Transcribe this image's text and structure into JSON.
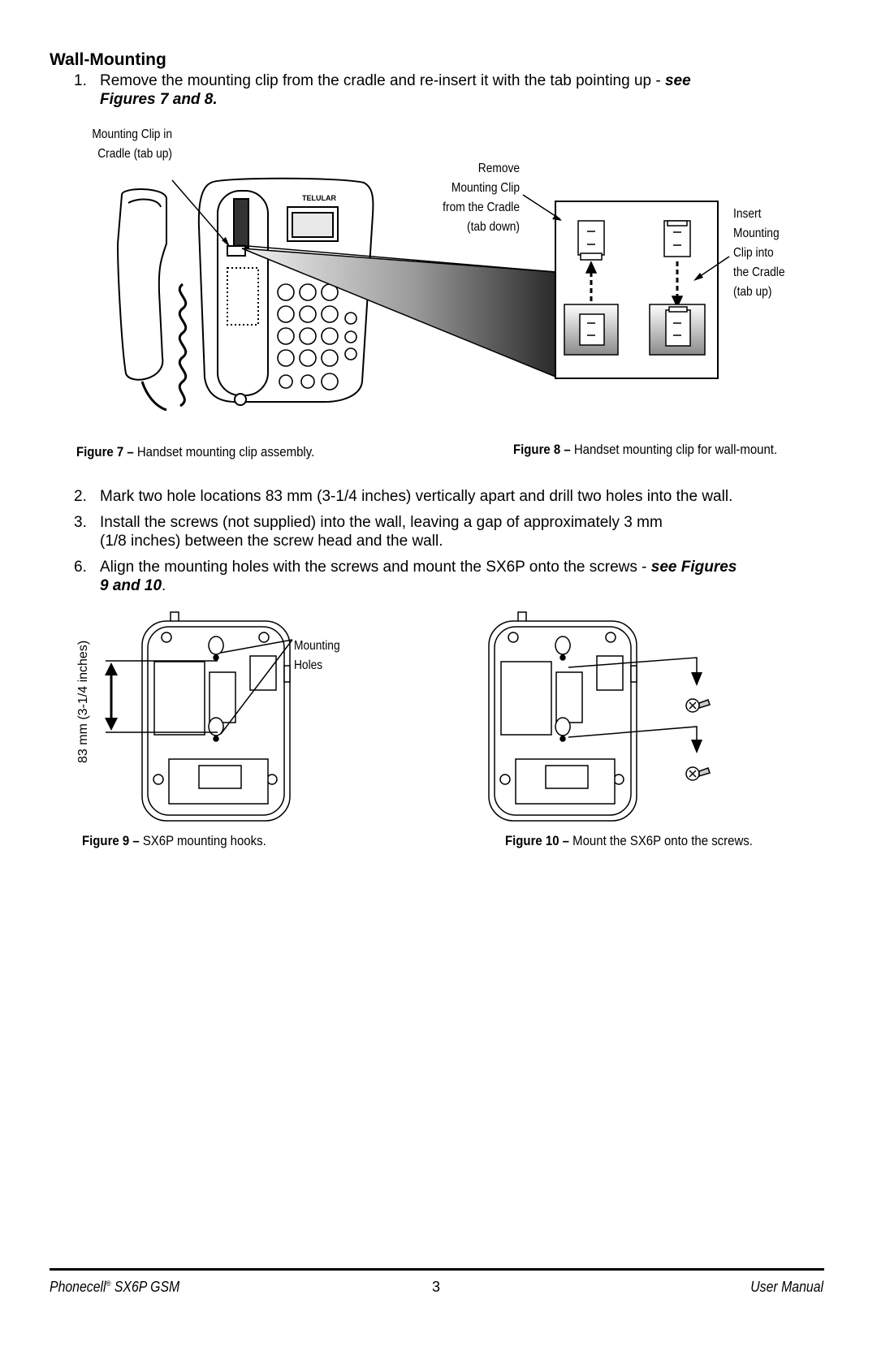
{
  "heading": "Wall-Mounting",
  "steps": [
    {
      "num": "1.",
      "text": "Remove the mounting clip from the cradle and re-insert it with the tab pointing up - ",
      "ref": "see",
      "ref2": "Figures 7 and 8."
    },
    {
      "num": "2.",
      "text": "Mark two hole locations 83 mm (3-1/4 inches) vertically apart and drill two holes into the wall."
    },
    {
      "num": "3.",
      "text": "Install the screws (not supplied) into the wall, leaving a gap of approximately 3 mm",
      "text2": "(1/8 inches) between the screw head and the wall."
    },
    {
      "num": "6.",
      "text": "Align the mounting holes with the screws and mount the SX6P onto the screws - ",
      "ref": "see Figures",
      "ref2": "9 and 10",
      "tail": "."
    }
  ],
  "figure7": {
    "callout_line1": "Mounting Clip in",
    "callout_line2": "Cradle (tab up)",
    "brand": "TELULAR",
    "caption_label": "Figure 7 –",
    "caption_text": " Handset mounting clip assembly."
  },
  "figure8": {
    "remove_lines": [
      "Remove",
      "Mounting Clip",
      "from the Cradle",
      "(tab down)"
    ],
    "insert_lines": [
      "Insert",
      "Mounting",
      "Clip into",
      "the Cradle",
      "(tab up)"
    ],
    "caption_label": "Figure 8 –",
    "caption_text": " Handset mounting clip for wall-mount."
  },
  "figure9": {
    "dimension": "83 mm (3-1/4 inches)",
    "callout_line1": "Mounting",
    "callout_line2": "Holes",
    "caption_label": "Figure 9 –",
    "caption_text": " SX6P mounting hooks."
  },
  "figure10": {
    "caption_label": "Figure 10 –",
    "caption_text": " Mount the SX6P onto the screws."
  },
  "footer": {
    "product": "Phonecell",
    "reg": "®",
    "product_suffix": " SX6P GSM",
    "page": "3",
    "doc": "User Manual"
  }
}
